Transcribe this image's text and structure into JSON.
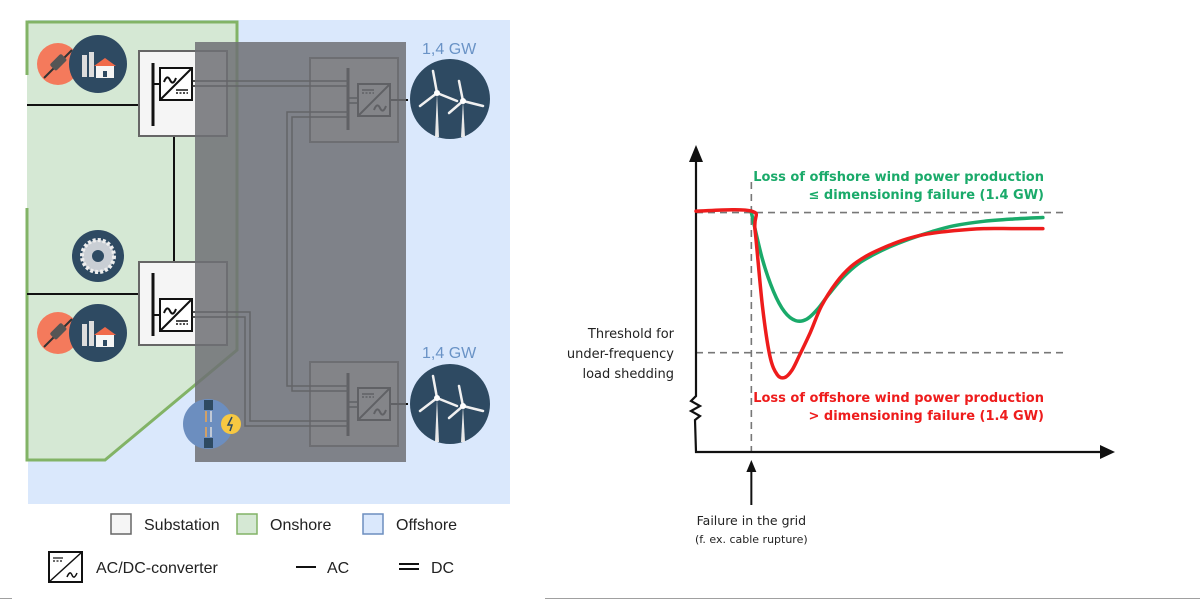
{
  "diagram": {
    "title": "Offshore grid connection diagram",
    "wind_farms": [
      {
        "capacity_label": "1,4 GW",
        "icon": "wind-turbines-icon"
      },
      {
        "capacity_label": "1,4 GW",
        "icon": "wind-turbines-icon"
      }
    ],
    "onshore_icons": [
      "plug-icon",
      "factory-icon",
      "turbine-generator-icon",
      "plug-icon",
      "factory-icon"
    ],
    "failure_icon": "cable-rupture-icon",
    "legend": {
      "substation": "Substation",
      "onshore": "Onshore",
      "offshore": "Offshore",
      "converter": "AC/DC-converter",
      "ac": "AC",
      "dc": "DC"
    },
    "colors": {
      "onshore_fill": "#d5e8d4",
      "onshore_border": "#82b366",
      "offshore_fill": "#dae8fc",
      "offshore_border": "#6c8ebf",
      "substation_fill": "#f5f5f5",
      "substation_border": "#666666",
      "overlay": "#7a7c80",
      "icon_dark": "#2e4a62",
      "plug_orange": "#f47a5c",
      "gw_label": "#6a93c6"
    }
  },
  "chart_data": {
    "type": "line",
    "title": "",
    "xlabel": "",
    "ylabel": "",
    "x_range": [
      0,
      100
    ],
    "y_range": [
      0,
      100
    ],
    "axes": {
      "x_arrow": true,
      "y_arrow": true,
      "y_axis_break": true,
      "ticks": "none"
    },
    "reference_lines": [
      {
        "name": "nominal-frequency",
        "orientation": "horizontal",
        "y": 82,
        "style": "dashed"
      },
      {
        "name": "load-shedding-threshold",
        "orientation": "horizontal",
        "y": 34,
        "style": "dashed",
        "label": [
          "Threshold for",
          "under-frequency",
          "load shedding"
        ]
      },
      {
        "name": "failure-time",
        "orientation": "vertical",
        "x": 15,
        "style": "dashed"
      }
    ],
    "series": [
      {
        "name": "Loss of offshore wind power production ≤ dimensioning failure (1.4 GW)",
        "label_lines": [
          "Loss of offshore wind power production",
          "≤ dimensioning failure (1.4 GW)"
        ],
        "color": "#1aaa6a",
        "x": [
          15,
          18,
          21,
          24,
          27,
          30,
          33,
          36,
          40,
          44,
          48,
          52,
          58,
          64,
          70,
          78,
          86,
          94
        ],
        "y": [
          82,
          66,
          55,
          48,
          45,
          45.5,
          49,
          54,
          60,
          64.5,
          67.5,
          70,
          73,
          75.5,
          77.5,
          79,
          79.8,
          80.3
        ]
      },
      {
        "name": "Loss of offshore wind power production > dimensioning failure (1.4 GW)",
        "label_lines": [
          "Loss of offshore wind power production",
          "> dimensioning failure (1.4 GW)"
        ],
        "color": "#ee1c1c",
        "x": [
          0,
          15,
          16,
          18,
          20,
          22,
          24,
          26,
          28,
          31,
          34,
          38,
          42,
          46,
          50,
          56,
          62,
          70,
          78,
          86,
          94
        ],
        "y": [
          82.5,
          82.5,
          76,
          50,
          33,
          26.5,
          25.5,
          28,
          33,
          41,
          50,
          58,
          63.5,
          67,
          69.5,
          72.5,
          74.5,
          75.8,
          76.5,
          76.5,
          76.5
        ]
      }
    ],
    "annotations": [
      {
        "text_lines": [
          "Failure in the grid",
          "(f. ex. cable rupture)"
        ],
        "x": 15,
        "arrow": "up"
      }
    ]
  }
}
